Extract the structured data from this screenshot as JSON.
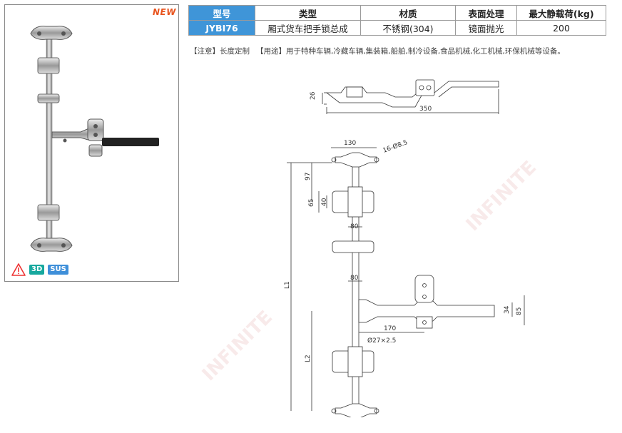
{
  "badge_new": "NEW",
  "product_badges": {
    "d3": "3D",
    "sus": "SUS",
    "warning_icon": "warning-triangle-icon"
  },
  "table": {
    "headers": [
      "型号",
      "类型",
      "材质",
      "表面处理",
      "最大静载荷(kg)"
    ],
    "row": [
      "JYBI76",
      "厢式货车把手锁总成",
      "不锈钢(304)",
      "镜面抛光",
      "200"
    ]
  },
  "notes": {
    "note": "【注意】长度定制",
    "usage": "【用途】用于特种车辆,冷藏车辆,集装箱,船舶,制冷设备,食品机械,化工机械,环保机械等设备。"
  },
  "dims": {
    "top_height": "26",
    "top_length": "350",
    "width_130": "130",
    "holes": "16-Ø8.5",
    "d97": "97",
    "d65": "65",
    "d40": "40",
    "d80a": "80",
    "d80b": "80",
    "l1": "L1",
    "l2": "L2",
    "d170": "170",
    "tube": "Ø27×2.5",
    "d34": "34",
    "d85": "85"
  },
  "colors": {
    "accent": "#3f95d8",
    "new": "#e8541e"
  }
}
